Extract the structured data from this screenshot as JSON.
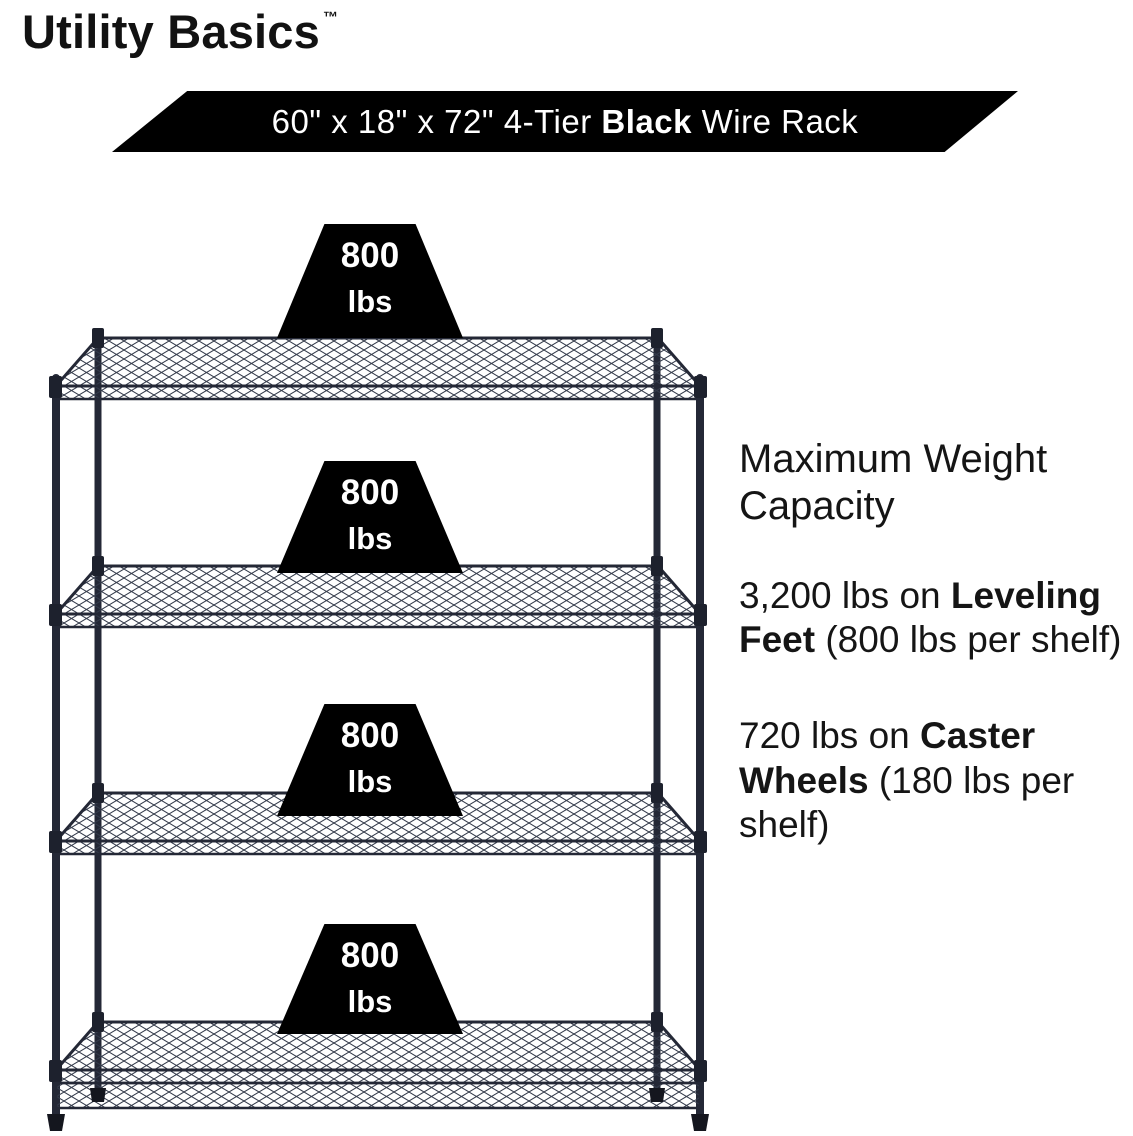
{
  "brand": {
    "name": "Utility Basics",
    "tm": "™"
  },
  "banner": {
    "pre": "60\" x 18\" x 72\" 4-Tier ",
    "bold": "Black",
    "post": " Wire Rack"
  },
  "badges": [
    {
      "value": "800",
      "unit": "lbs"
    },
    {
      "value": "800",
      "unit": "lbs"
    },
    {
      "value": "800",
      "unit": "lbs"
    },
    {
      "value": "800",
      "unit": "lbs"
    }
  ],
  "info": {
    "heading": "Maximum Weight Capacity",
    "p1": {
      "pre": "3,200 lbs on ",
      "bold": "Leveling Feet",
      "post": " (800 lbs per shelf)"
    },
    "p2": {
      "pre": "720 lbs on ",
      "bold": "Caster Wheels",
      "post": " (180 lbs per shelf)"
    }
  },
  "colors": {
    "background": "#ffffff",
    "banner_bg": "#000000",
    "badge_bg": "#000000",
    "text": "#151515",
    "rack": "#262b38"
  }
}
